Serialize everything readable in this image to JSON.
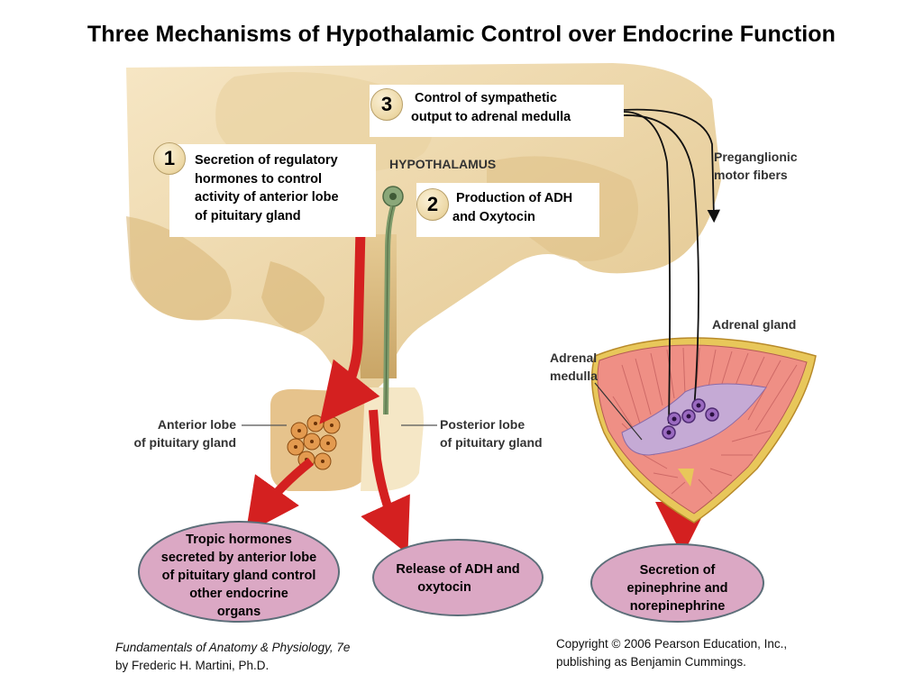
{
  "title": "Three Mechanisms of Hypothalamic Control over Endocrine Function",
  "callouts": [
    {
      "number": "1",
      "text": [
        "Secretion of regulatory",
        "hormones to control",
        "activity of anterior lobe",
        "of pituitary gland"
      ]
    },
    {
      "number": "2",
      "text": [
        "Production of ADH",
        "and Oxytocin"
      ]
    },
    {
      "number": "3",
      "text": [
        "Control of sympathetic",
        "output to adrenal medulla"
      ]
    }
  ],
  "labels": {
    "hypothalamus": "HYPOTHALAMUS",
    "preganglionic": [
      "Preganglionic",
      "motor fibers"
    ],
    "adrenal_gland": "Adrenal gland",
    "adrenal_medulla": [
      "Adrenal",
      "medulla"
    ],
    "anterior_lobe": [
      "Anterior lobe",
      "of pituitary gland"
    ],
    "posterior_lobe": [
      "Posterior lobe",
      "of pituitary gland"
    ]
  },
  "outcomes": [
    {
      "text": [
        "Tropic hormones",
        "secreted by anterior lobe",
        "of pituitary gland control",
        "other endocrine",
        "organs"
      ]
    },
    {
      "text": [
        "Release of ADH and",
        "oxytocin"
      ]
    },
    {
      "text": [
        "Secretion of",
        "epinephrine and",
        "norepinephrine"
      ]
    }
  ],
  "credits": {
    "book": [
      "Fundamentals of Anatomy & Physiology, 7e",
      "by Frederic H. Martini, Ph.D."
    ],
    "copyright": [
      "Copyright © 2006 Pearson Education, Inc.,",
      "publishing as Benjamin Cummings."
    ]
  },
  "colors": {
    "tissue": "#f0dcb0",
    "tissue_dark": "#d9b878",
    "arrow_red": "#d42020",
    "neuron_green": "#7d9a6a",
    "cortex_pink": "#ef8f85",
    "medulla_lilac": "#c5aad5",
    "oval_fill": "#dba8c4"
  }
}
